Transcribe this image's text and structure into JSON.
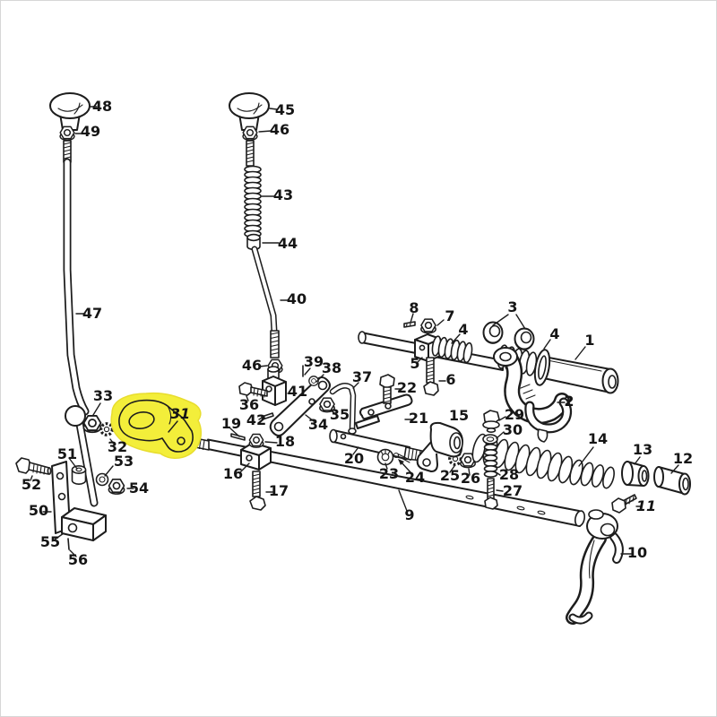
{
  "diagram": {
    "type": "exploded-parts-diagram",
    "subject": "gear-shift-lever-mechanism",
    "background": "#ffffff",
    "line_color": "#1d1d1d",
    "highlight": {
      "part_label": "31",
      "color": "#f3ee3a"
    },
    "labels": {
      "l1": "1",
      "l2": "2",
      "l3": "3",
      "l4a": "4",
      "l4b": "4",
      "l5": "5",
      "l6": "6",
      "l7": "7",
      "l8": "8",
      "l9": "9",
      "l10": "10",
      "l11": "11",
      "l12": "12",
      "l13": "13",
      "l14": "14",
      "l15": "15",
      "l16": "16",
      "l17": "17",
      "l18": "18",
      "l19": "19",
      "l20": "20",
      "l21": "21",
      "l22": "22",
      "l23": "23",
      "l24": "24",
      "l25": "25",
      "l26": "26",
      "l27": "27",
      "l28": "28",
      "l29": "29",
      "l30": "30",
      "l31": "31",
      "l32": "32",
      "l33": "33",
      "l34": "34",
      "l35": "35",
      "l36": "36",
      "l37": "37",
      "l38": "38",
      "l39": "39",
      "l40": "40",
      "l41": "41",
      "l42": "42",
      "l43": "43",
      "l44": "44",
      "l45": "45",
      "l46a": "46",
      "l46b": "46",
      "l47": "47",
      "l48": "48",
      "l49": "49",
      "l50": "50",
      "l51": "51",
      "l52": "52",
      "l53": "53",
      "l54": "54",
      "l55": "55",
      "l56": "56"
    }
  }
}
